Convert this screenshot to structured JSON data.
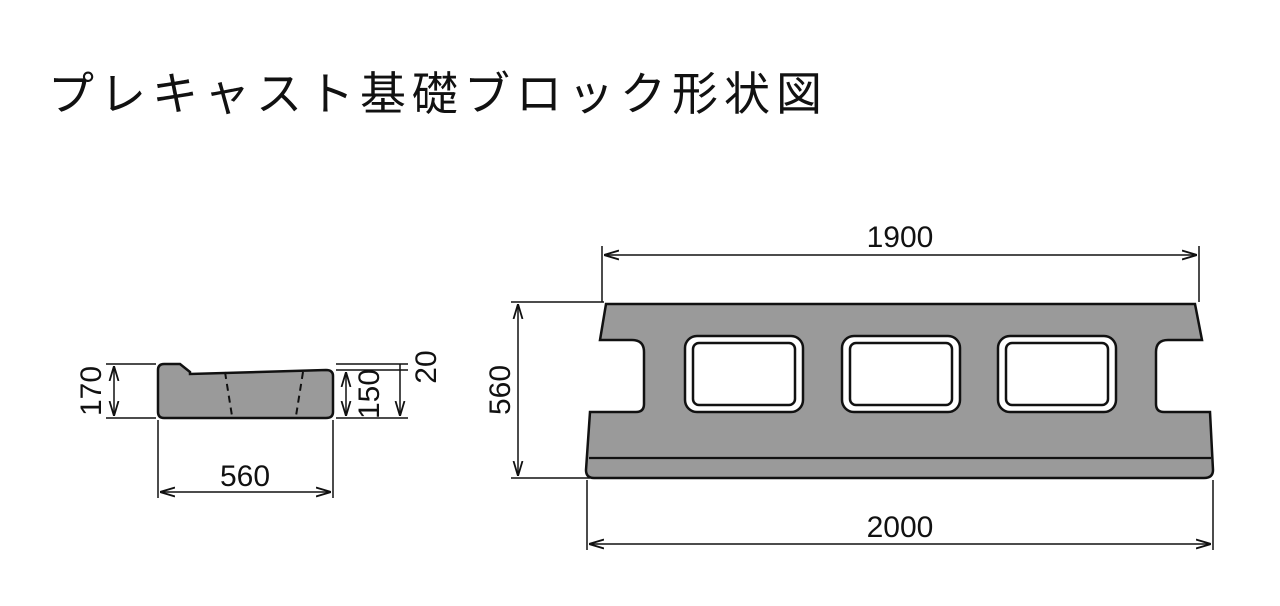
{
  "title": "プレキャスト基礎ブロック形状図",
  "side_view": {
    "height_label": "170",
    "width_label": "560",
    "inner_height_label": "150",
    "step_label": "20"
  },
  "front_view": {
    "top_width_label": "1900",
    "bottom_width_label": "2000",
    "height_label": "560"
  },
  "colors": {
    "block": "#9a9a9a",
    "outline": "#111111"
  }
}
